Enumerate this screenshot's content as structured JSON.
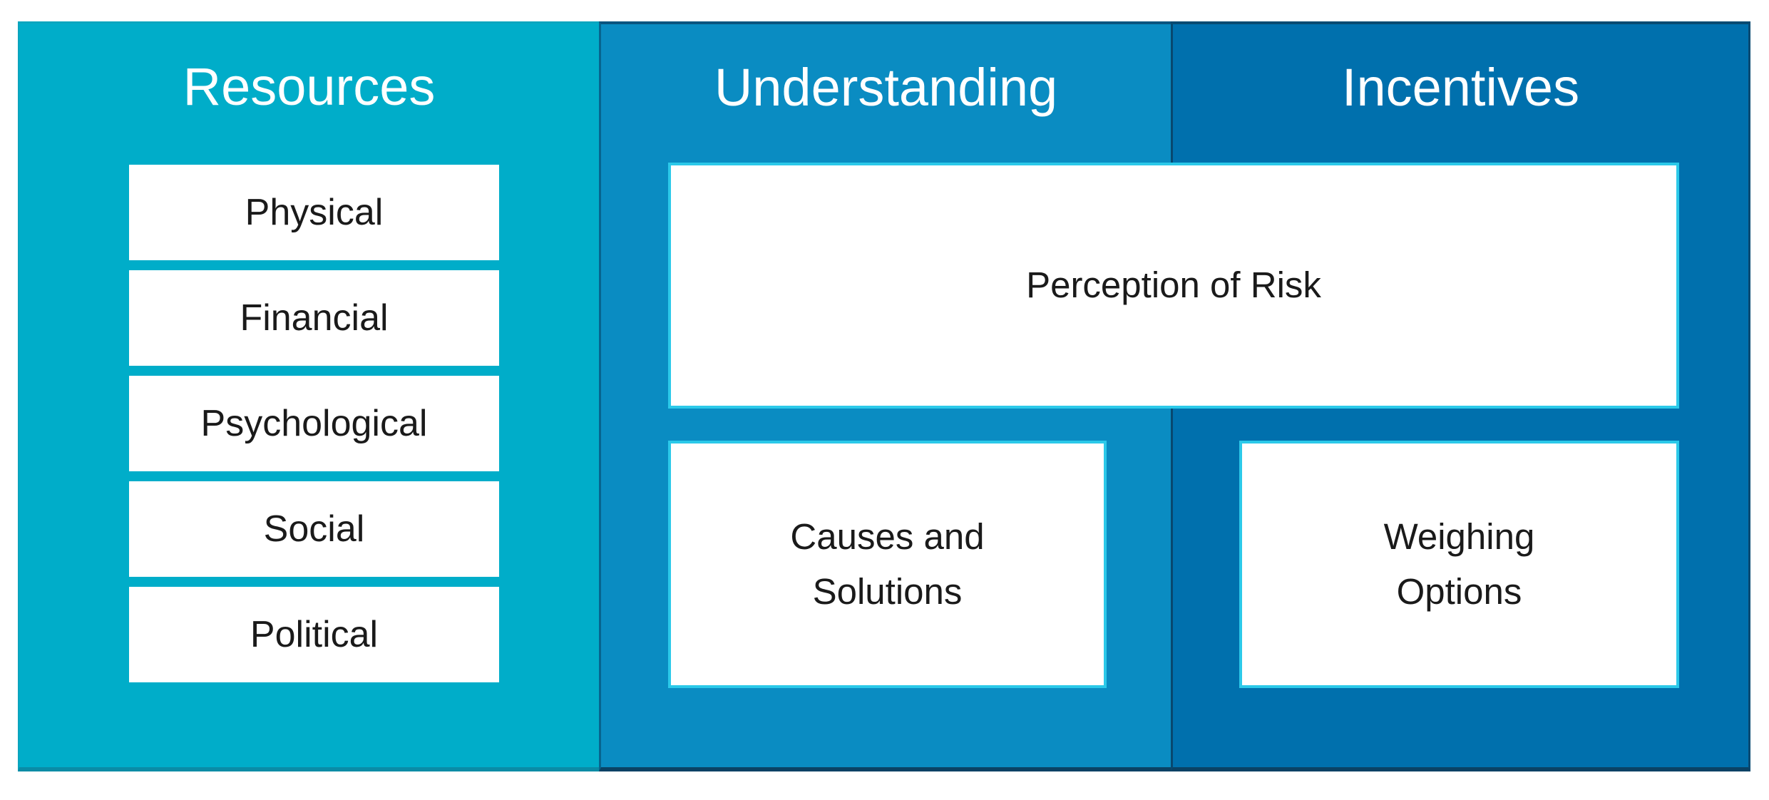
{
  "slide": {
    "columns": {
      "resources": {
        "title": "Resources",
        "items": [
          "Physical",
          "Financial",
          "Psychological",
          "Social",
          "Political"
        ]
      },
      "understanding": {
        "title": "Understanding"
      },
      "incentives": {
        "title": "Incentives"
      }
    },
    "boxes": {
      "perception": {
        "label": "Perception of Risk"
      },
      "causes": {
        "label": "Causes and Solutions"
      },
      "weighing": {
        "label": "Weighing Options"
      }
    },
    "colors": {
      "background": "#FFFFFF",
      "resources_fill": "#00ADC9",
      "understanding_fill": "#0A8CC2",
      "incentives_fill": "#0070AD",
      "box_border": "#2BC9E9",
      "bottom_edge": "#0A4265",
      "title_text": "#FFFFFF",
      "label_text": "#1A1A1A"
    }
  }
}
